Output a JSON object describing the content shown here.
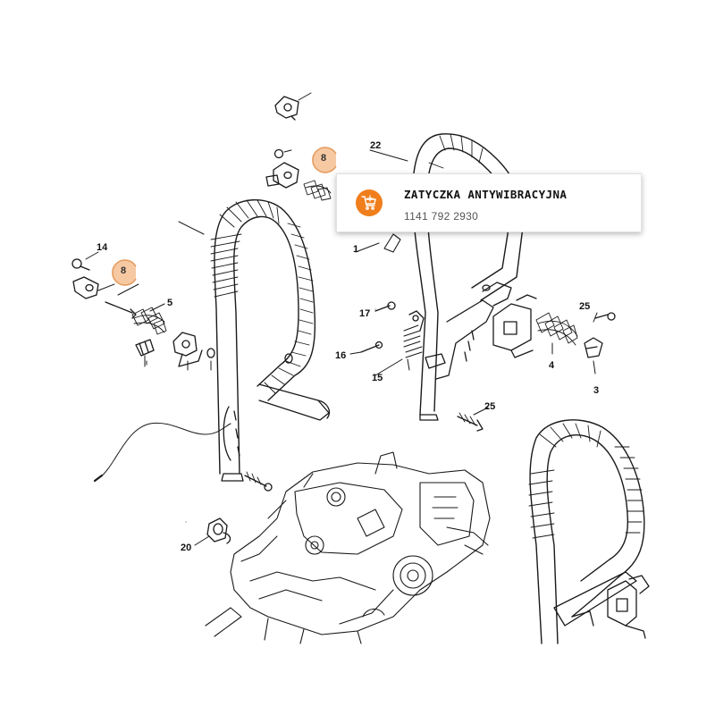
{
  "callouts": {
    "c14": "14",
    "c5": "5",
    "c22": "22",
    "c1": "1",
    "c17": "17",
    "c16": "16",
    "c15": "15",
    "c25a": "25",
    "c4": "4",
    "c3": "3",
    "c25b": "25",
    "c20": "20"
  },
  "markers": {
    "m8a": "8",
    "m8b": "8"
  },
  "tooltip": {
    "title": "ZATYCZKA ANTYWIBRACYJNA",
    "part_number": "1141 792 2930",
    "icon": "cart-add-icon",
    "accent_color": "#f07e1c"
  },
  "colors": {
    "marker_fill": "#f6c9a3",
    "marker_stroke": "#e59a5c",
    "line": "#1a1a1a"
  }
}
